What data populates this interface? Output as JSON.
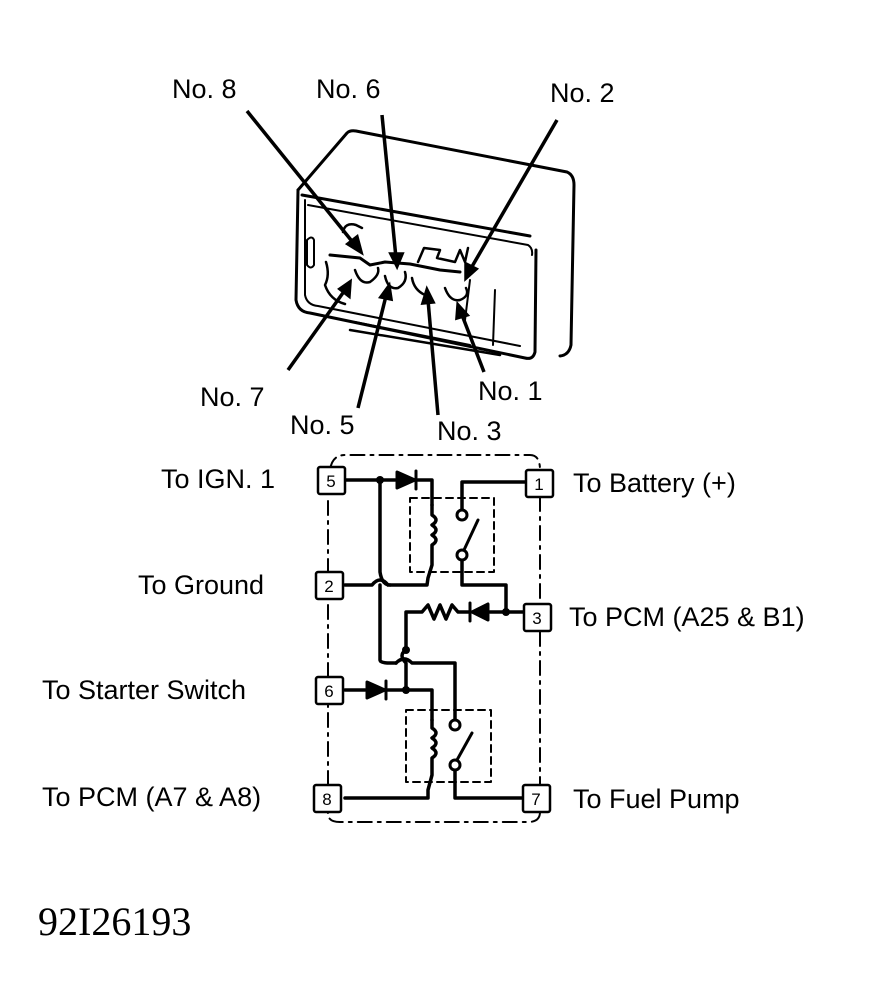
{
  "connector_callouts": {
    "no8": "No. 8",
    "no6": "No. 6",
    "no2": "No. 2",
    "no7": "No. 7",
    "no5": "No. 5",
    "no3": "No. 3",
    "no1": "No. 1"
  },
  "terminals": {
    "t5": {
      "number": "5",
      "label": "To IGN. 1"
    },
    "t2": {
      "number": "2",
      "label": "To Ground"
    },
    "t6": {
      "number": "6",
      "label": "To Starter Switch"
    },
    "t8": {
      "number": "8",
      "label": "To PCM (A7 & A8)"
    },
    "t1": {
      "number": "1",
      "label": "To Battery (+)"
    },
    "t3": {
      "number": "3",
      "label": "To PCM (A25 & B1)"
    },
    "t7": {
      "number": "7",
      "label": "To Fuel Pump"
    }
  },
  "figure_code": "92I26193"
}
